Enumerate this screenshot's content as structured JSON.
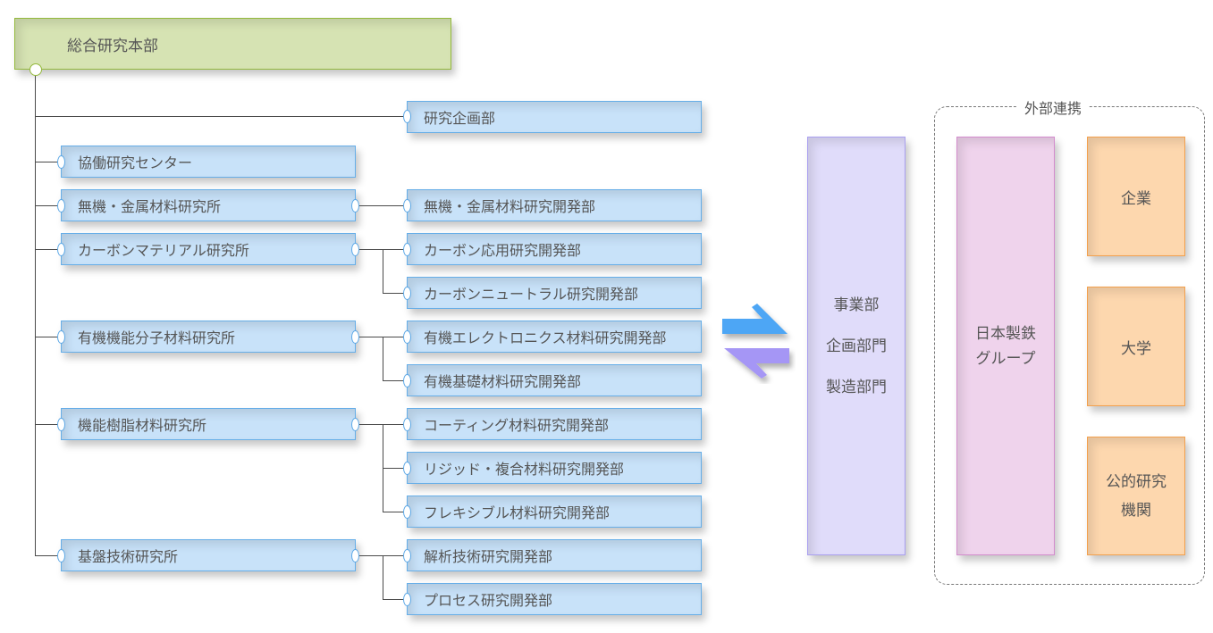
{
  "root": {
    "label": "総合研究本部",
    "color": "#d6e3b3"
  },
  "planning": {
    "label": "研究企画部"
  },
  "institutes": [
    {
      "label": "協働研究センター",
      "departments": []
    },
    {
      "label": "無機・金属材料研究所",
      "departments": [
        "無機・金属材料研究開発部"
      ]
    },
    {
      "label": "カーボンマテリアル研究所",
      "departments": [
        "カーボン応用研究開発部",
        "カーボンニュートラル研究開発部"
      ]
    },
    {
      "label": "有機機能分子材料研究所",
      "departments": [
        "有機エレクトロニクス材料研究開発部",
        "有機基礎材料研究開発部"
      ]
    },
    {
      "label": "機能樹脂材料研究所",
      "departments": [
        "コーティング材料研究開発部",
        "リジッド・複合材料研究開発部",
        "フレキシブル材料研究開発部"
      ]
    },
    {
      "label": "基盤技術研究所",
      "departments": [
        "解析技術研究開発部",
        "プロセス研究開発部"
      ]
    }
  ],
  "exchange_arrows": {
    "icon": "bidirectional-arrows-icon",
    "color_right": "#4da6f5",
    "color_left": "#a596f5"
  },
  "business": {
    "lines": [
      "事業部",
      "企画部門",
      "製造部門"
    ],
    "color": "#e0dcfa"
  },
  "external": {
    "title": "外部連携",
    "group": {
      "lines": [
        "日本製鉄",
        "グループ"
      ],
      "color": "#efd3ec"
    },
    "partners": [
      {
        "lines": [
          "企業"
        ]
      },
      {
        "lines": [
          "大学"
        ]
      },
      {
        "lines": [
          "公的研究",
          "機関"
        ]
      }
    ],
    "partner_color": "#fdd7ae"
  }
}
